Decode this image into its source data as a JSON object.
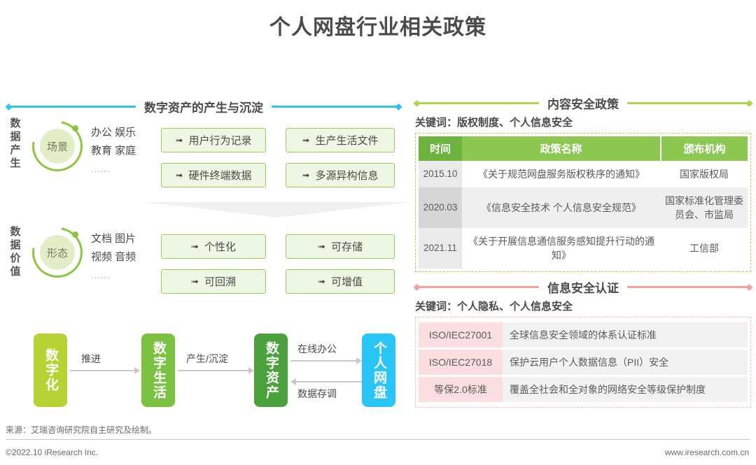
{
  "title": "个人网盘行业相关政策",
  "colors": {
    "blue_rule": "#2ec4f1",
    "green_rule": "#b0d34a",
    "pink_rule": "#f8a0a0",
    "chip_border": "#9acb5b",
    "chip_bg": "#eef6e4",
    "table_header_time": "#6cb33f",
    "table_header": "#8cc751",
    "cert_key_bg": "#fbdede",
    "flow_blue": "#29c5f6"
  },
  "left": {
    "header": "数字资产的产生与沉淀",
    "row1": {
      "vlabel": "数据产生",
      "badge": "场景",
      "keywords": [
        "办公 娱乐",
        "教育 家庭"
      ],
      "keywords_more": "......",
      "chips": [
        "用户行为记录",
        "生产生活文件",
        "硬件终端数据",
        "多源异构信息"
      ]
    },
    "row2": {
      "vlabel": "数据价值",
      "badge": "形态",
      "keywords": [
        "文档 图片",
        "视频 音频"
      ],
      "keywords_more": "......",
      "chips": [
        "个性化",
        "可存储",
        "可回溯",
        "可增值"
      ]
    },
    "flow": {
      "boxes": [
        {
          "label": "数字化",
          "color": "#b5d334"
        },
        {
          "label": "数字生活",
          "color": "#7cc242"
        },
        {
          "label": "数字资产",
          "color": "#4ba23c"
        },
        {
          "label": "个人网盘",
          "color": "#29c5f6"
        }
      ],
      "arrows": [
        {
          "label": "推进"
        },
        {
          "label": "产生/沉淀"
        },
        {
          "label": "在线办公"
        },
        {
          "label": "数据存调"
        }
      ]
    }
  },
  "right": {
    "content_security": {
      "header": "内容安全政策",
      "keywords_label": "关键词：版权制度、个人信息安全",
      "columns": [
        "时间",
        "政策名称",
        "颁布机构"
      ],
      "rows": [
        {
          "time": "2015.10",
          "name": "《关于规范网盘服务版权秩序的通知》",
          "org": "国家版权局"
        },
        {
          "time": "2020.03",
          "name": "《信息安全技术 个人信息安全规范》",
          "org": "国家标准化管理委员会、市监局"
        },
        {
          "time": "2021.11",
          "name": "《关于开展信息通信服务感知提升行动的通知》",
          "org": "工信部"
        }
      ]
    },
    "security_cert": {
      "header": "信息安全认证",
      "keywords_label": "关键词：个人隐私、个人信息安全",
      "rows": [
        {
          "key": "ISO/IEC27001",
          "value": "全球信息安全领域的体系认证标准"
        },
        {
          "key": "ISO/IEC27018",
          "value": "保护云用户个人数据信息（PII）安全"
        },
        {
          "key": "等保2.0标准",
          "value": "覆盖全社会和全对象的网络安全等级保护制度"
        }
      ]
    }
  },
  "footer": {
    "source": "来源：艾瑞咨询研究院自主研究及绘制。",
    "copyright": "©2022.10 iResearch Inc.",
    "website": "www.iresearch.com.cn"
  }
}
